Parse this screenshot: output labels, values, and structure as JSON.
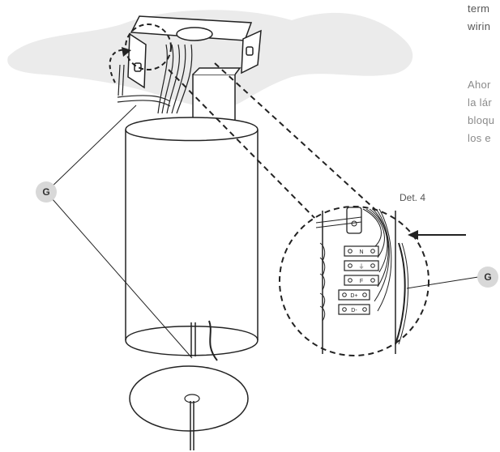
{
  "side_text_top": [
    "term",
    "wirin"
  ],
  "side_text_bottom": [
    "Ahor",
    "la lár",
    "bloqu",
    "los e"
  ],
  "callouts": {
    "left": "G",
    "right": "G"
  },
  "detail_label": "Det. 4",
  "terminals": [
    "N",
    "⏚",
    "F",
    "D+",
    "D-"
  ]
}
